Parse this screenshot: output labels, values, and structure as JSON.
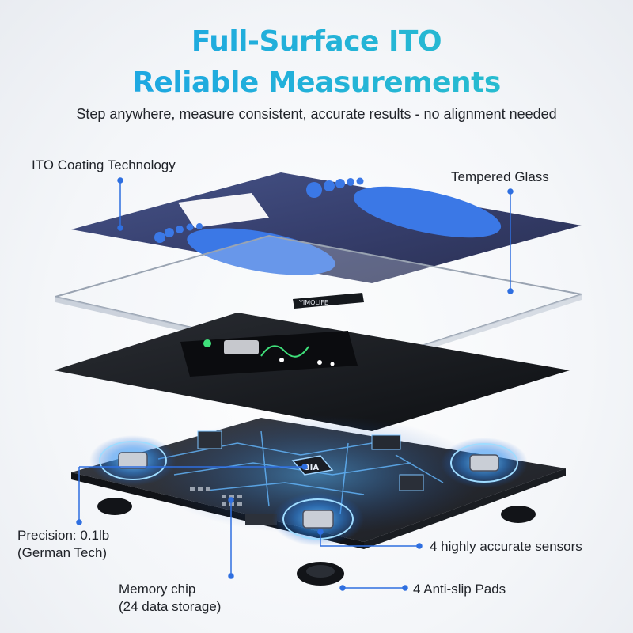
{
  "header": {
    "title_line1": "Full-Surface ITO",
    "title_line2": "Reliable Measurements",
    "subtitle": "Step anywhere, measure consistent, accurate results - no alignment needed"
  },
  "callouts": {
    "ito_coating": "ITO Coating Technology",
    "tempered_glass": "Tempered Glass",
    "precision_line1": "Precision: 0.1lb",
    "precision_line2": "(German Tech)",
    "sensors": "4 highly accurate sensors",
    "memory_line1": "Memory chip",
    "memory_line2": "(24 data storage)",
    "pads": "4 Anti-slip Pads"
  },
  "product": {
    "brand_tag": "YIMOLIFE",
    "chip_label": "BIA"
  },
  "colors": {
    "title_gradient_start": "#1aa0e8",
    "title_gradient_end": "#2bc3c9",
    "accent_blue": "#2f6fe0",
    "glow_blue": "#3aa0ff"
  }
}
